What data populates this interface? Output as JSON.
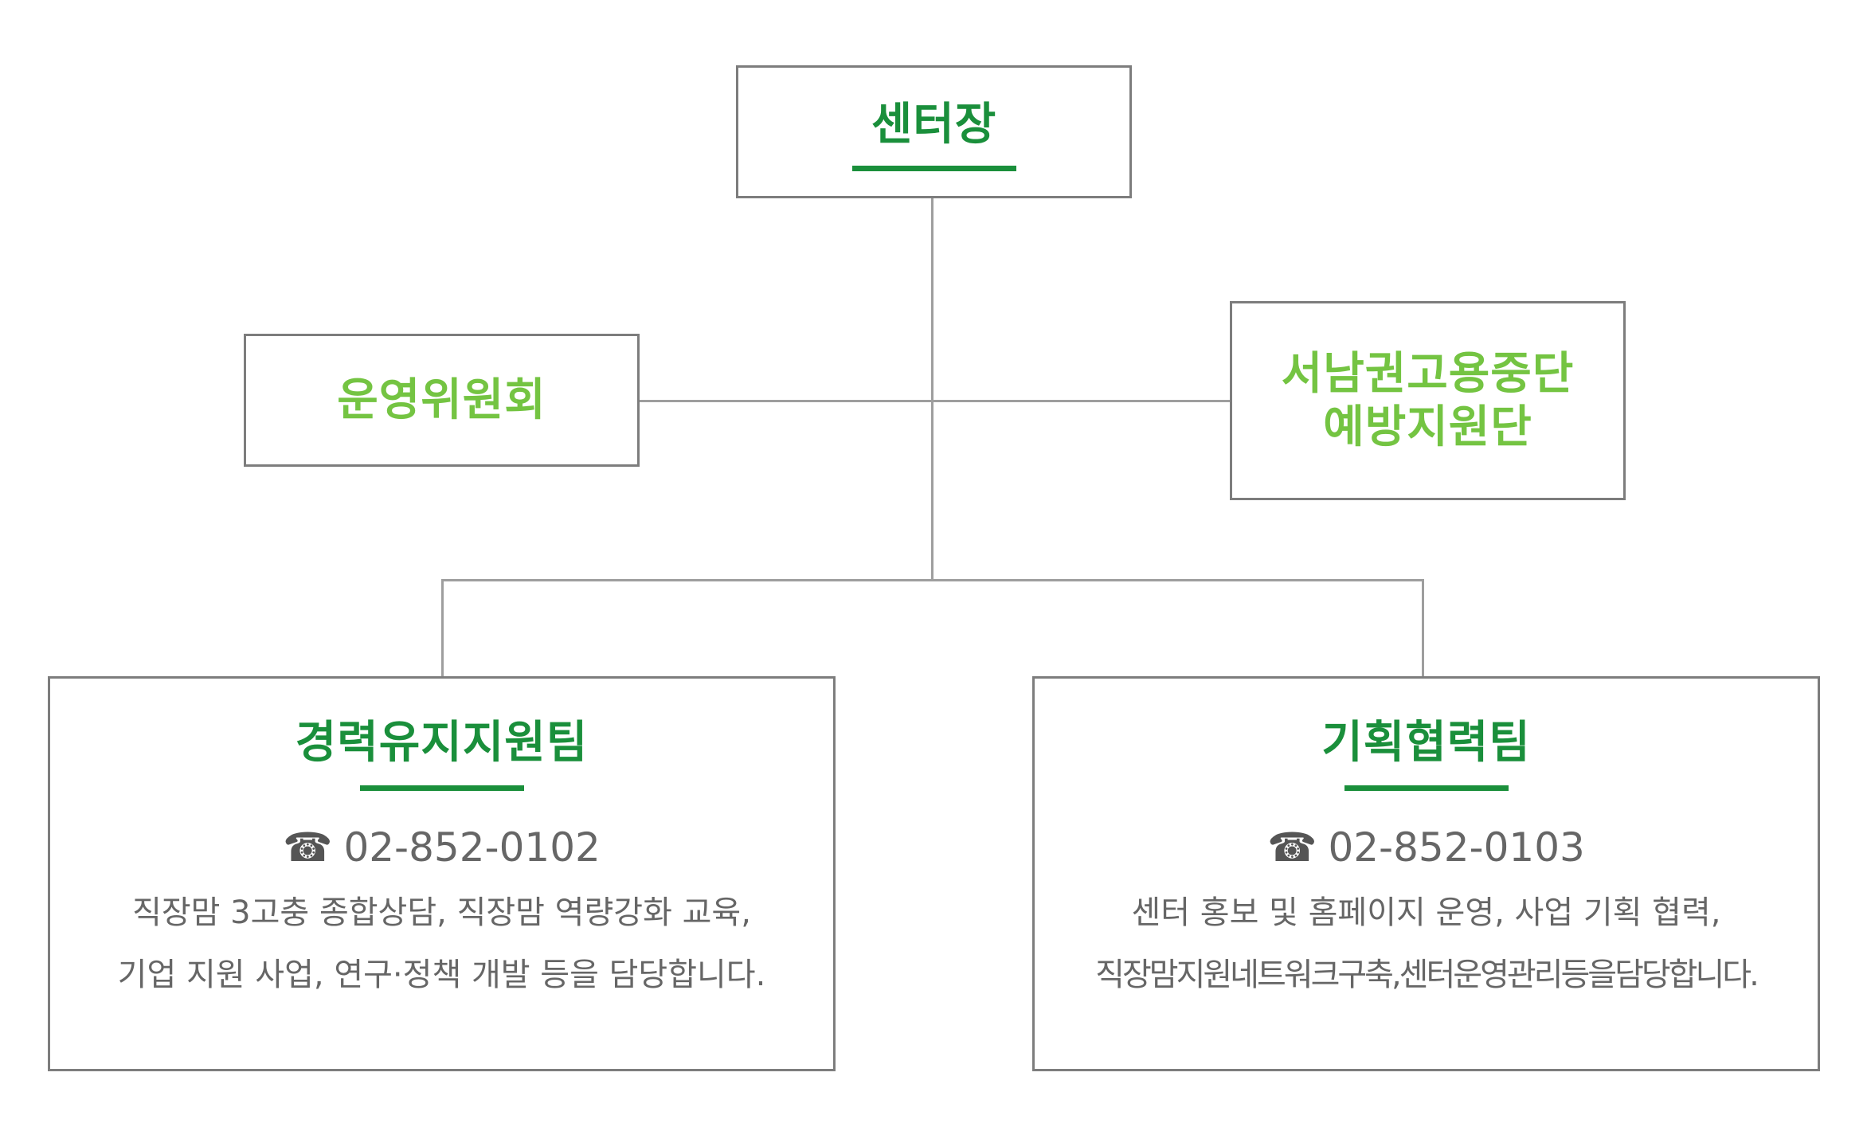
{
  "nodes": {
    "head": {
      "title": "센터장"
    },
    "committee": {
      "title": "운영위원회"
    },
    "prevention": {
      "title": "서남권고용중단\n예방지원단"
    },
    "team_career": {
      "title": "경력유지지원팀",
      "phone": "02-852-0102",
      "desc_line1": "직장맘 3고충 종합상담, 직장맘 역량강화 교육,",
      "desc_line2": "기업 지원 사업, 연구·정책 개발 등을 담당합니다."
    },
    "team_planning": {
      "title": "기획협력팀",
      "phone": "02-852-0103",
      "desc_line1": "센터 홍보 및 홈페이지 운영, 사업 기획 협력,",
      "desc_line2": "직장맘지원네트워크구축,센터운영관리등을담당합니다."
    }
  },
  "icons": {
    "phone": "telephone-icon"
  },
  "colors": {
    "title_dark_green": "#1a8f3b",
    "title_light_green": "#74c442",
    "border": "#7d7d7d",
    "connector": "#9e9e9e",
    "body_text": "#666666"
  }
}
